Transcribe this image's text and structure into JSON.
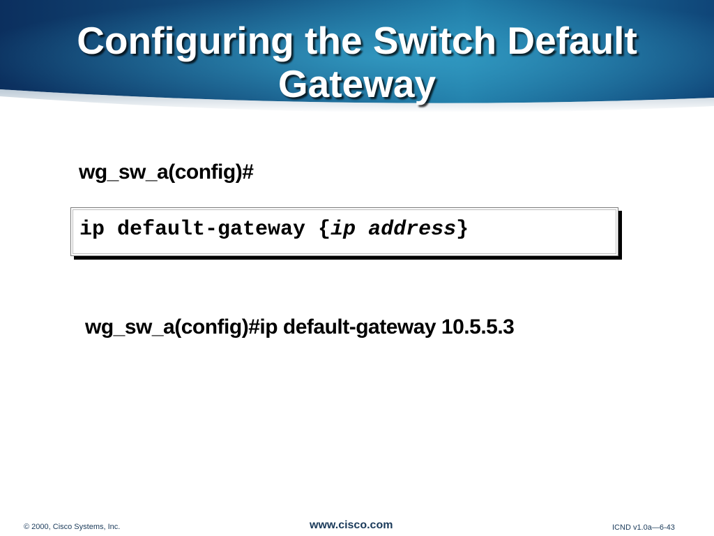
{
  "title": {
    "line1": "Configuring the Switch Default",
    "line2": "Gateway"
  },
  "prompt": "wg_sw_a(config)#",
  "syntax": {
    "command": "ip default-gateway {",
    "argument": "ip address",
    "close": "}"
  },
  "example": "wg_sw_a(config)#ip default-gateway 10.5.5.3",
  "footer": {
    "copyright": "© 2000, Cisco Systems, Inc.",
    "website": "www.cisco.com",
    "course": "ICND v1.0a—6-43"
  },
  "colors": {
    "banner_dark": "#0d3a6e",
    "banner_light": "#2a8fb8",
    "title_text": "#ffffff",
    "footer_text": "#1a3a5a"
  }
}
